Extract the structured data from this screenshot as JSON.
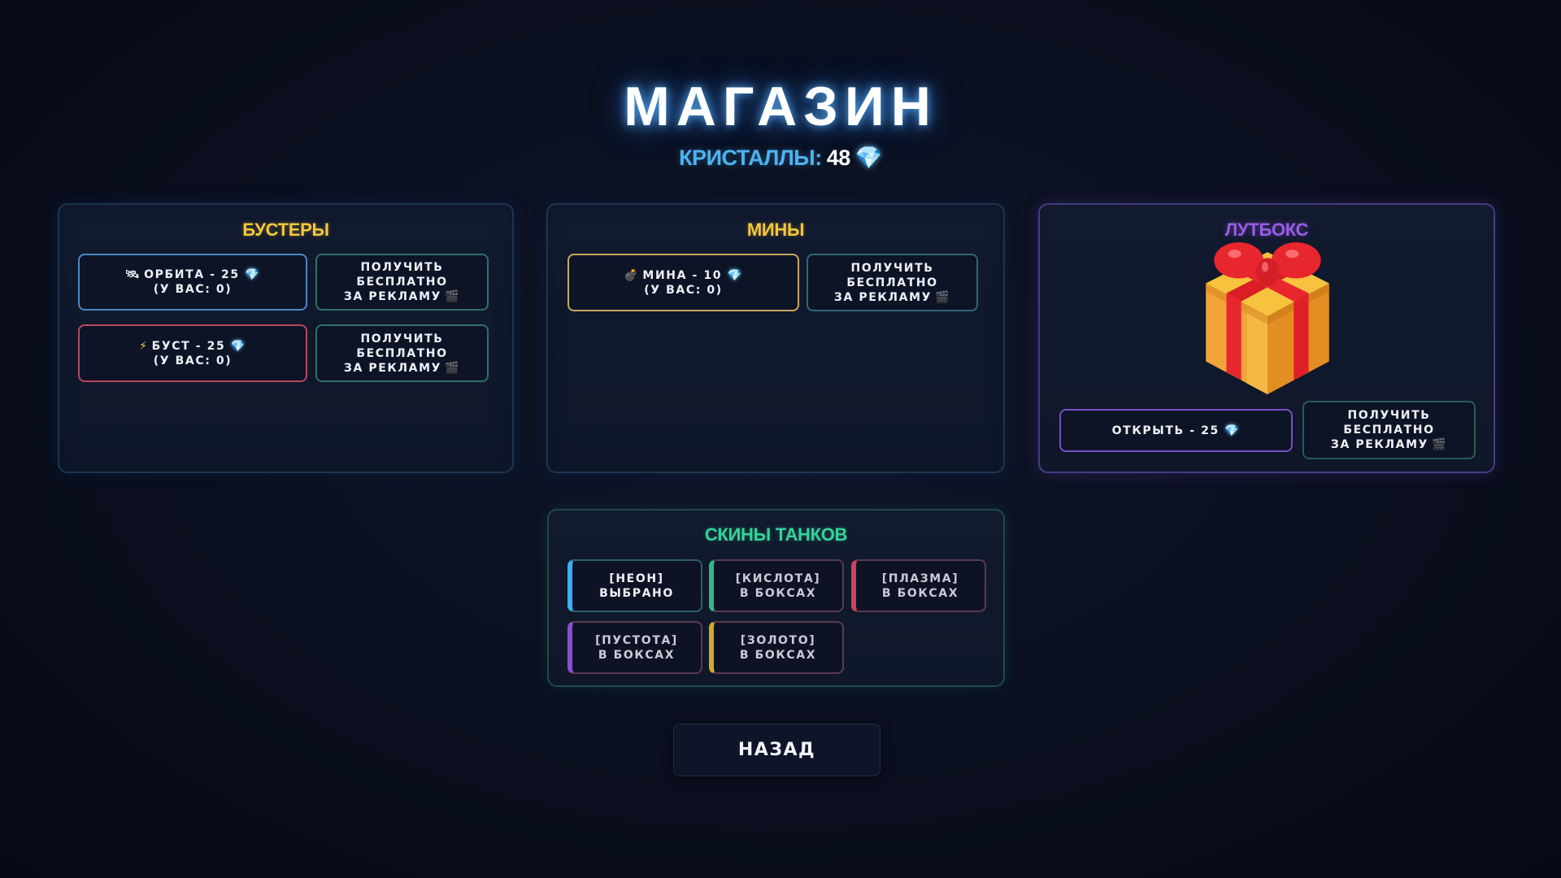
{
  "header": {
    "title": "МАГАЗИН",
    "crystals_label": "КРИСТАЛЛЫ:",
    "crystals_value": "48",
    "crystal_icon": "💎"
  },
  "icons": {
    "gem": "💎",
    "satellite": "🛰",
    "lightning": "⚡",
    "bomb": "💣",
    "clapper": "🎬",
    "gift": "gift-box"
  },
  "boosters": {
    "title": "БУСТЕРЫ",
    "items": [
      {
        "name": "ОРБИТА",
        "price": "25",
        "line1": "ОРБИТА - 25",
        "owned": "(У ВАС: 0)",
        "border_color": "#4a86c8"
      },
      {
        "name": "БУСТ",
        "price": "25",
        "line1": "БУСТ - 25",
        "owned": "(У ВАС: 0)",
        "border_color": "#b8475e"
      }
    ],
    "ad_button": {
      "line1": "ПОЛУЧИТЬ БЕСПЛАТНО",
      "line2": "ЗА РЕКЛАМУ"
    }
  },
  "mines": {
    "title": "МИНЫ",
    "items": [
      {
        "name": "МИНА",
        "price": "10",
        "line1": "МИНА - 10",
        "owned": "(У ВАС: 0)",
        "border_color": "#c9a85a"
      }
    ],
    "ad_button": {
      "line1": "ПОЛУЧИТЬ БЕСПЛАТНО",
      "line2": "ЗА РЕКЛАМУ"
    }
  },
  "lootbox": {
    "title": "ЛУТБОКС",
    "open_button": "ОТКРЫТЬ - 25",
    "ad_button": {
      "line1": "ПОЛУЧИТЬ БЕСПЛАТНО",
      "line2": "ЗА РЕКЛАМУ"
    }
  },
  "skins": {
    "title": "СКИНЫ ТАНКОВ",
    "items": [
      {
        "name": "[НЕОН]",
        "status": "ВЫБРАНО",
        "color": "#3ab0f0",
        "selected": true
      },
      {
        "name": "[КИСЛОТА]",
        "status": "В БОКСАХ",
        "color": "#2fb98a",
        "selected": false
      },
      {
        "name": "[ПЛАЗМА]",
        "status": "В БОКСАХ",
        "color": "#d0405e",
        "selected": false
      },
      {
        "name": "[ПУСТОТА]",
        "status": "В БОКСАХ",
        "color": "#8a4fd0",
        "selected": false
      },
      {
        "name": "[ЗОЛОТО]",
        "status": "В БОКСАХ",
        "color": "#d4a82a",
        "selected": false
      }
    ]
  },
  "footer": {
    "back_button": "НАЗАД"
  },
  "colors": {
    "background": "#0a0f1f",
    "title_glow": "#4aa8ff",
    "gold": "#f4c63d",
    "purple": "#9a5ce6",
    "green": "#34d399",
    "crystal_label": "#4db3f0"
  }
}
